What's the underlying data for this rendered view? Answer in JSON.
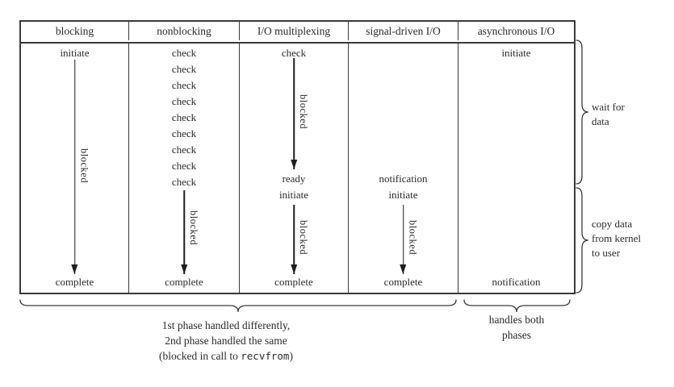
{
  "colors": {
    "ink": "#2b2b2b",
    "line": "#3a3a3a",
    "arrow": "#1f1f1f",
    "background": "#ffffff"
  },
  "columns": [
    {
      "header": "blocking",
      "initiate": "initiate",
      "blocked": "blocked",
      "complete": "complete"
    },
    {
      "header": "nonblocking",
      "checks": [
        "check",
        "check",
        "check",
        "check",
        "check",
        "check",
        "check",
        "check",
        "check"
      ],
      "blocked": "blocked",
      "complete": "complete"
    },
    {
      "header": "I/O multiplexing",
      "top": "check",
      "blocked1": "blocked",
      "ready": "ready",
      "initiate": "initiate",
      "blocked2": "blocked",
      "complete": "complete"
    },
    {
      "header": "signal-driven I/O",
      "notification": "notification",
      "initiate": "initiate",
      "blocked": "blocked",
      "complete": "complete"
    },
    {
      "header": "asynchronous I/O",
      "initiate": "initiate",
      "notification": "notification"
    }
  ],
  "annotations": {
    "wait_for": "wait for\ndata",
    "copy_data": "copy data\nfrom kernel\nto user",
    "phase_line1": "1st phase handled differently,",
    "phase_line2": "2nd phase handled the same",
    "phase_line3_pre": "(blocked in call to ",
    "phase_line3_code": "recvfrom",
    "phase_line3_post": ")",
    "handles_both": "handles both\nphases"
  }
}
